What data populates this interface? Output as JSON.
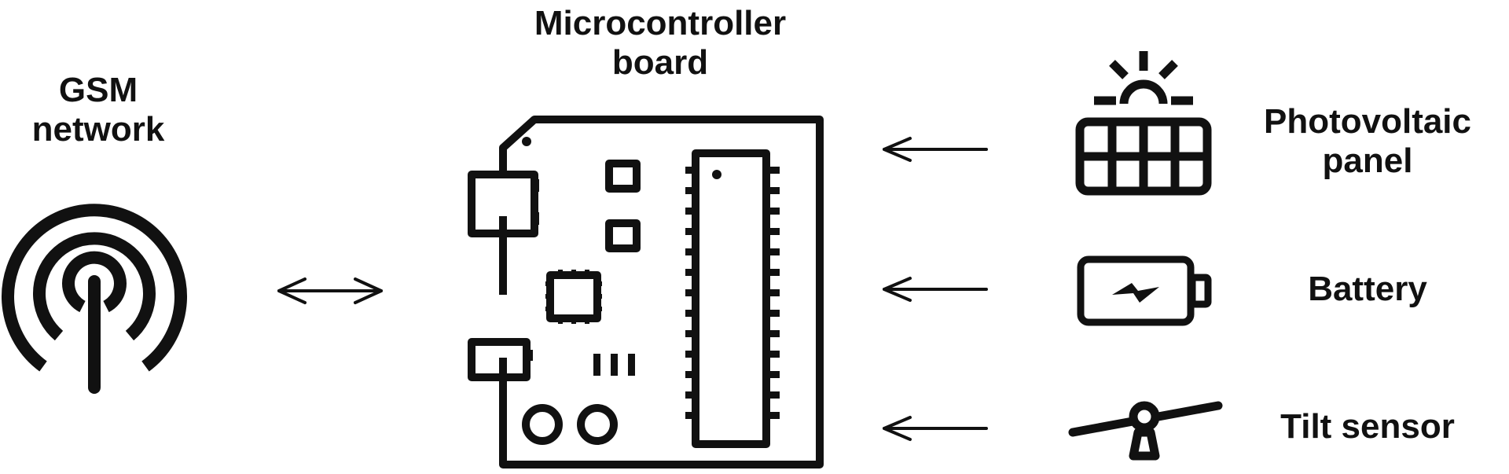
{
  "diagram": {
    "gsm": {
      "line1": "GSM",
      "line2": "network"
    },
    "mcu": {
      "line1": "Microcontroller",
      "line2": "board"
    },
    "inputs": [
      {
        "line1": "Photovoltaic",
        "line2": "panel",
        "icon": "solar-panel-icon"
      },
      {
        "line1": "Battery",
        "icon": "battery-icon"
      },
      {
        "line1": "Tilt sensor",
        "icon": "tilt-sensor-icon"
      }
    ],
    "links": [
      {
        "from": "gsm",
        "to": "mcu",
        "style": "bidirectional-arrow"
      },
      {
        "from": "photovoltaic-panel",
        "to": "mcu",
        "style": "arrow"
      },
      {
        "from": "battery",
        "to": "mcu",
        "style": "arrow"
      },
      {
        "from": "tilt-sensor",
        "to": "mcu",
        "style": "arrow"
      }
    ],
    "colors": {
      "stroke": "#111111",
      "text": "#111111",
      "background": "#ffffff"
    }
  }
}
